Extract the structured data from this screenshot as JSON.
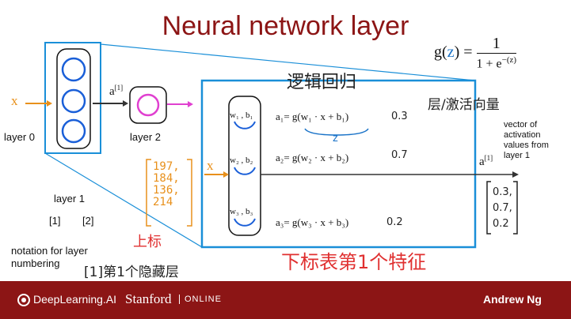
{
  "slide": {
    "title": "Neural network layer",
    "activation_formula": {
      "lhs": "g(",
      "var": "z",
      "rhs": ") =",
      "numerator": "1",
      "denominator": "1 + e",
      "exponent": "−(z)"
    }
  },
  "diagram": {
    "input_label": "x",
    "layer0_label": "layer 0",
    "layer1_label": "layer 1",
    "layer2_label": "layer 2",
    "a1_label": "a",
    "a1_superscript": "[1]",
    "bracket_1": "[1]",
    "bracket_2": "[2]",
    "notation_line1": "notation for layer",
    "notation_line2": "numbering",
    "vector_note": [
      "vector of",
      "activation",
      "values from",
      "layer 1"
    ],
    "output_label": "a",
    "output_superscript": "[1]",
    "input_inside": "x",
    "output_values": [
      "0.3,",
      "0.7,",
      "0.2"
    ],
    "neurons": [
      {
        "params": "w₁ , b₁",
        "equation_lhs": "a₁",
        "equation_mid": "= g(w₁ · x + b₁)",
        "value": "0.3"
      },
      {
        "params": "w₂ , b₂",
        "equation_lhs": "a₂",
        "equation_mid": "= g(w₂ · x + b₂)",
        "value": "0.7"
      },
      {
        "params": "w₃ , b₃",
        "equation_lhs": "a₃",
        "equation_mid": "= g(w₃ · x + b₃)",
        "value": "0.2"
      }
    ],
    "z_label": "z"
  },
  "annotations": {
    "logistic": "逻辑回归",
    "layer_activation": "层/激活向量",
    "input_values": [
      "197,",
      "184,",
      "136,",
      "214"
    ],
    "superscript_note": "上标",
    "hidden_layer_note": "[1]第1个隐藏层",
    "subscript_note": "下标表第1个特征"
  },
  "footer": {
    "brand": "DeepLearning.AI",
    "stanford": "Stanford",
    "online": "ONLINE",
    "author": "Andrew Ng"
  },
  "colors": {
    "title": "#8c1515",
    "frame": "#1a8fd8",
    "neuron": "#1a5fd8",
    "pink": "#e040d0",
    "orange": "#e8901b",
    "red": "#e03030",
    "footer": "#8c1515"
  }
}
